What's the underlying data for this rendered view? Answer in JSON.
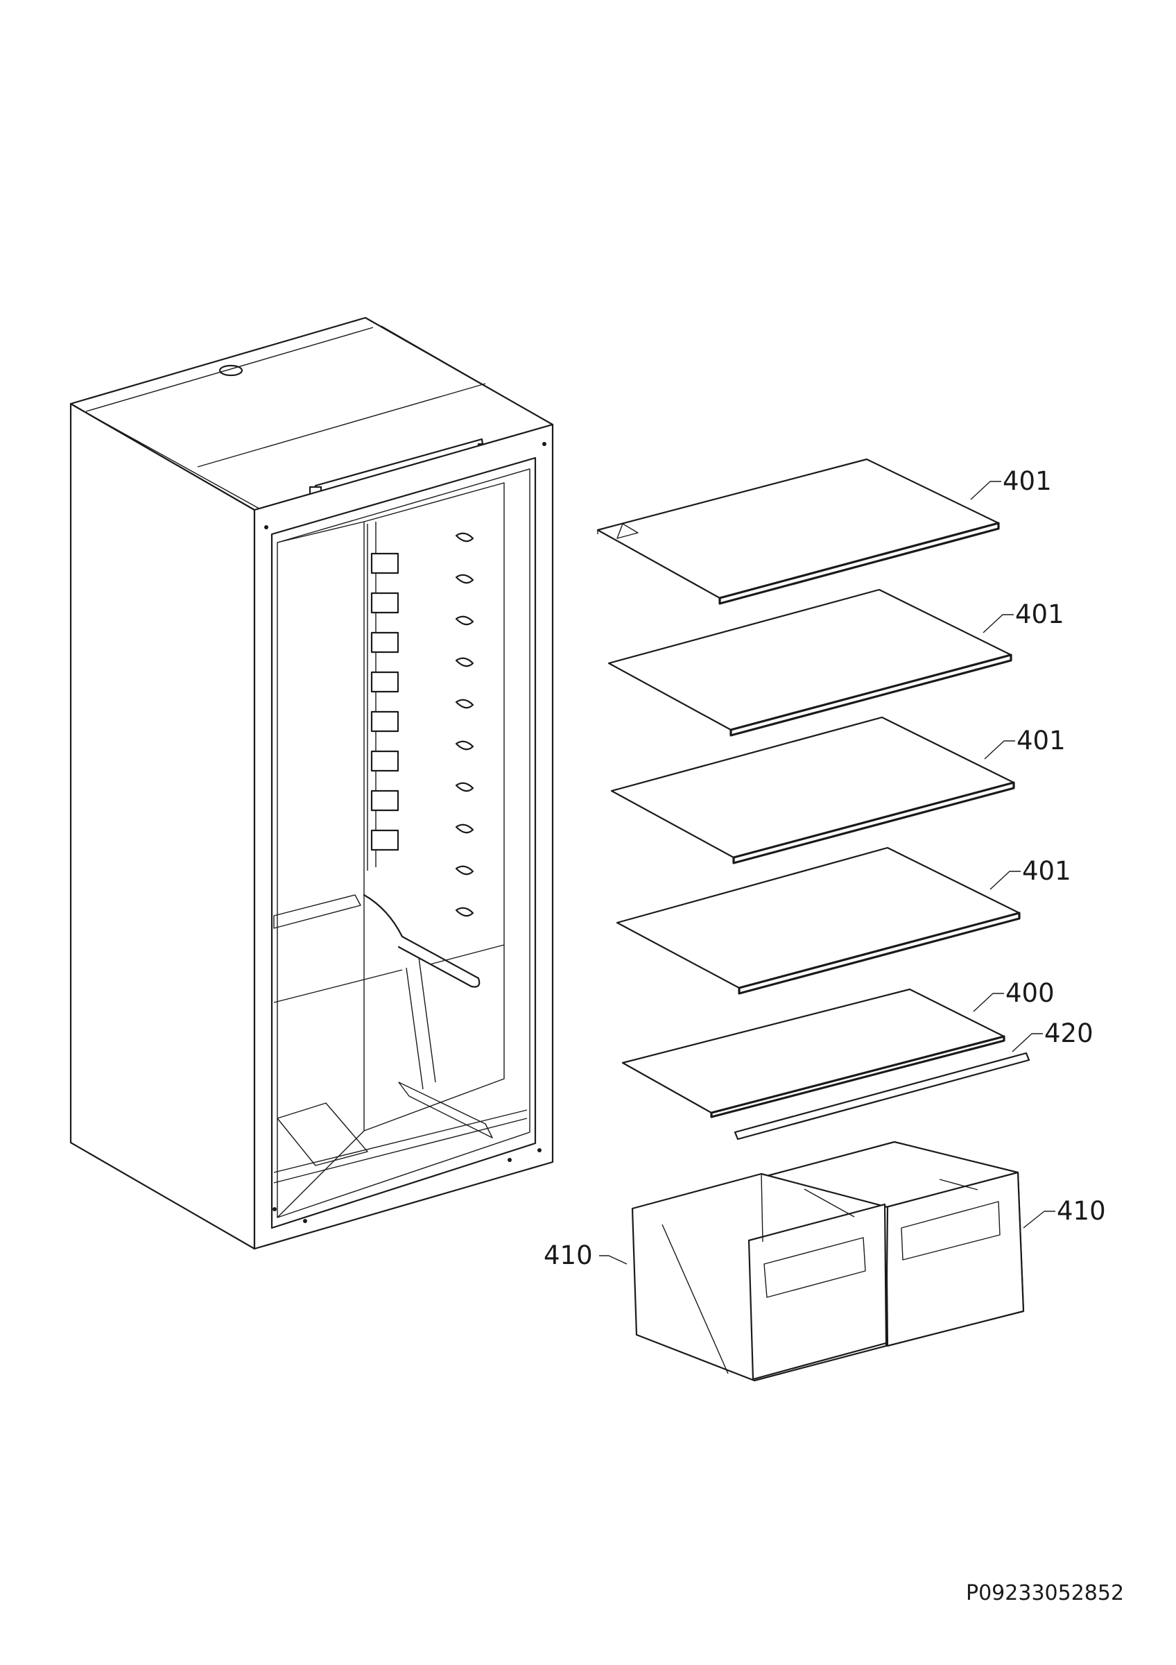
{
  "diagram": {
    "labels": [
      {
        "id": "shelf-1",
        "text": "401"
      },
      {
        "id": "shelf-2",
        "text": "401"
      },
      {
        "id": "shelf-3",
        "text": "401"
      },
      {
        "id": "shelf-4",
        "text": "401"
      },
      {
        "id": "shelf-bottom",
        "text": "400"
      },
      {
        "id": "shelf-trim",
        "text": "420"
      },
      {
        "id": "drawer-right",
        "text": "410"
      },
      {
        "id": "drawer-left",
        "text": "410"
      }
    ],
    "document_code": "P09233052852"
  }
}
